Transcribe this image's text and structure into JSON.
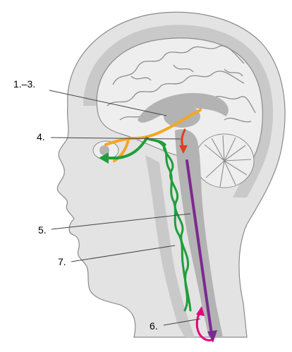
{
  "labels": {
    "l1": "1.–3.",
    "l4": "4.",
    "l5": "5.",
    "l6": "6.",
    "l7": "7."
  },
  "colors": {
    "skin": "#e3e3e3",
    "skin_stroke": "#8a8a8a",
    "skull": "#c9c9c9",
    "brain": "#eeeeee",
    "brain_stroke": "#8c8c8c",
    "deep": "#b3b3b3",
    "orange": "#f5a623",
    "green": "#1f9e3a",
    "red": "#e23b1f",
    "purple": "#7b2a8e",
    "pink": "#e4007c",
    "leader": "#444444"
  }
}
